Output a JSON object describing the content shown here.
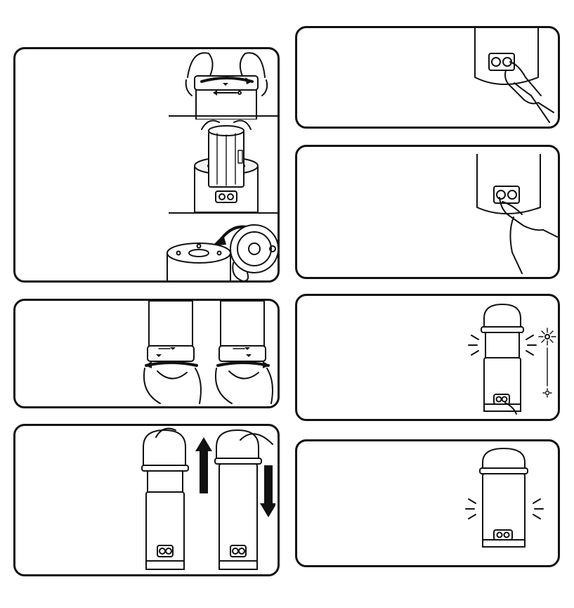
{
  "manual": {
    "illustrations": [
      {
        "step": "battery-install",
        "icon": "battery-compartment-icon"
      },
      {
        "step": "base-lock",
        "icon": "twist-lock-icon"
      },
      {
        "step": "extend-retract",
        "icon": "telescope-lantern-icon"
      },
      {
        "step": "power-button",
        "icon": "power-button-icon"
      },
      {
        "step": "mode-button",
        "icon": "mode-button-icon"
      },
      {
        "step": "brightness-adjust",
        "icon": "brightness-icon"
      },
      {
        "step": "collapsed-light",
        "icon": "lantern-glow-icon"
      }
    ]
  }
}
